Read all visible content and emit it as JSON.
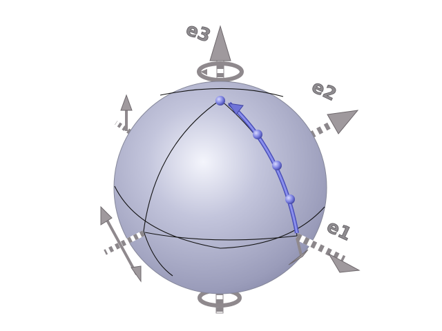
{
  "axes": [
    {
      "id": "e1",
      "label": "e1"
    },
    {
      "id": "e2",
      "label": "e2"
    },
    {
      "id": "e3",
      "label": "e3"
    }
  ],
  "colors": {
    "sphere": "#a7a9c6",
    "sphere_highlight": "#f2f3fb",
    "sphere_shadow": "#6f7192",
    "arrow": "#9a9498",
    "arrow_dark": "#6a6468",
    "path": "#7a7fe0",
    "path_dark": "#4b50b8",
    "great_circle": "#111111"
  },
  "path": {
    "marker_count": 4,
    "has_arrowhead": true
  }
}
